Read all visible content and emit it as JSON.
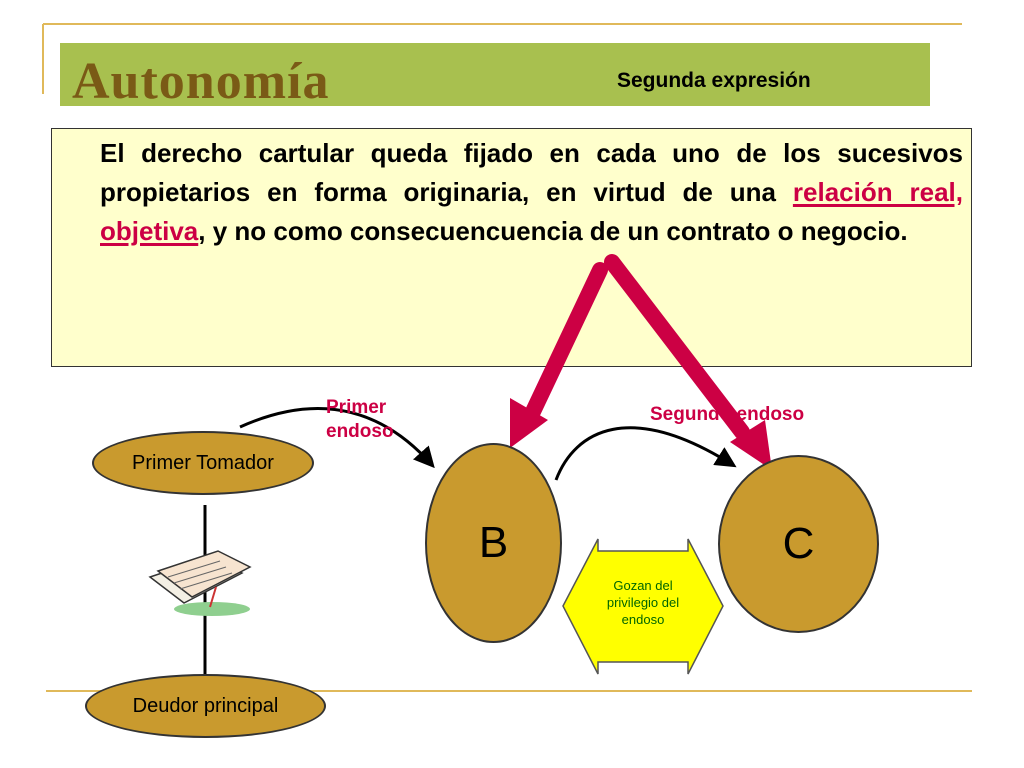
{
  "title": "Autonomía",
  "subtitle": "Segunda expresión",
  "paragraph": {
    "before": "El derecho cartular queda fijado en cada uno de los sucesivos propietarios en forma originaria, en virtud de una ",
    "highlight": "relación real, objetiva",
    "after": ", y no como consecuencuencia de un contrato o negocio."
  },
  "diagram": {
    "primer_tomador": "Primer Tomador",
    "deudor_principal": "Deudor principal",
    "primer_endoso": "Primer endoso",
    "segundo_endoso": "Segundo endoso",
    "node_b": "B",
    "node_c": "C",
    "gozan": "Gozan del privilegio del endoso"
  },
  "colors": {
    "title_bar": "#a8c04f",
    "title_text": "#7a5a16",
    "accent_red": "#cc0044",
    "oval_fill": "#c99a2e",
    "text_box": "#ffffcc",
    "gozan_fill": "#ffff00",
    "gozan_text": "#006600",
    "frame_line": "#e0b95a"
  }
}
